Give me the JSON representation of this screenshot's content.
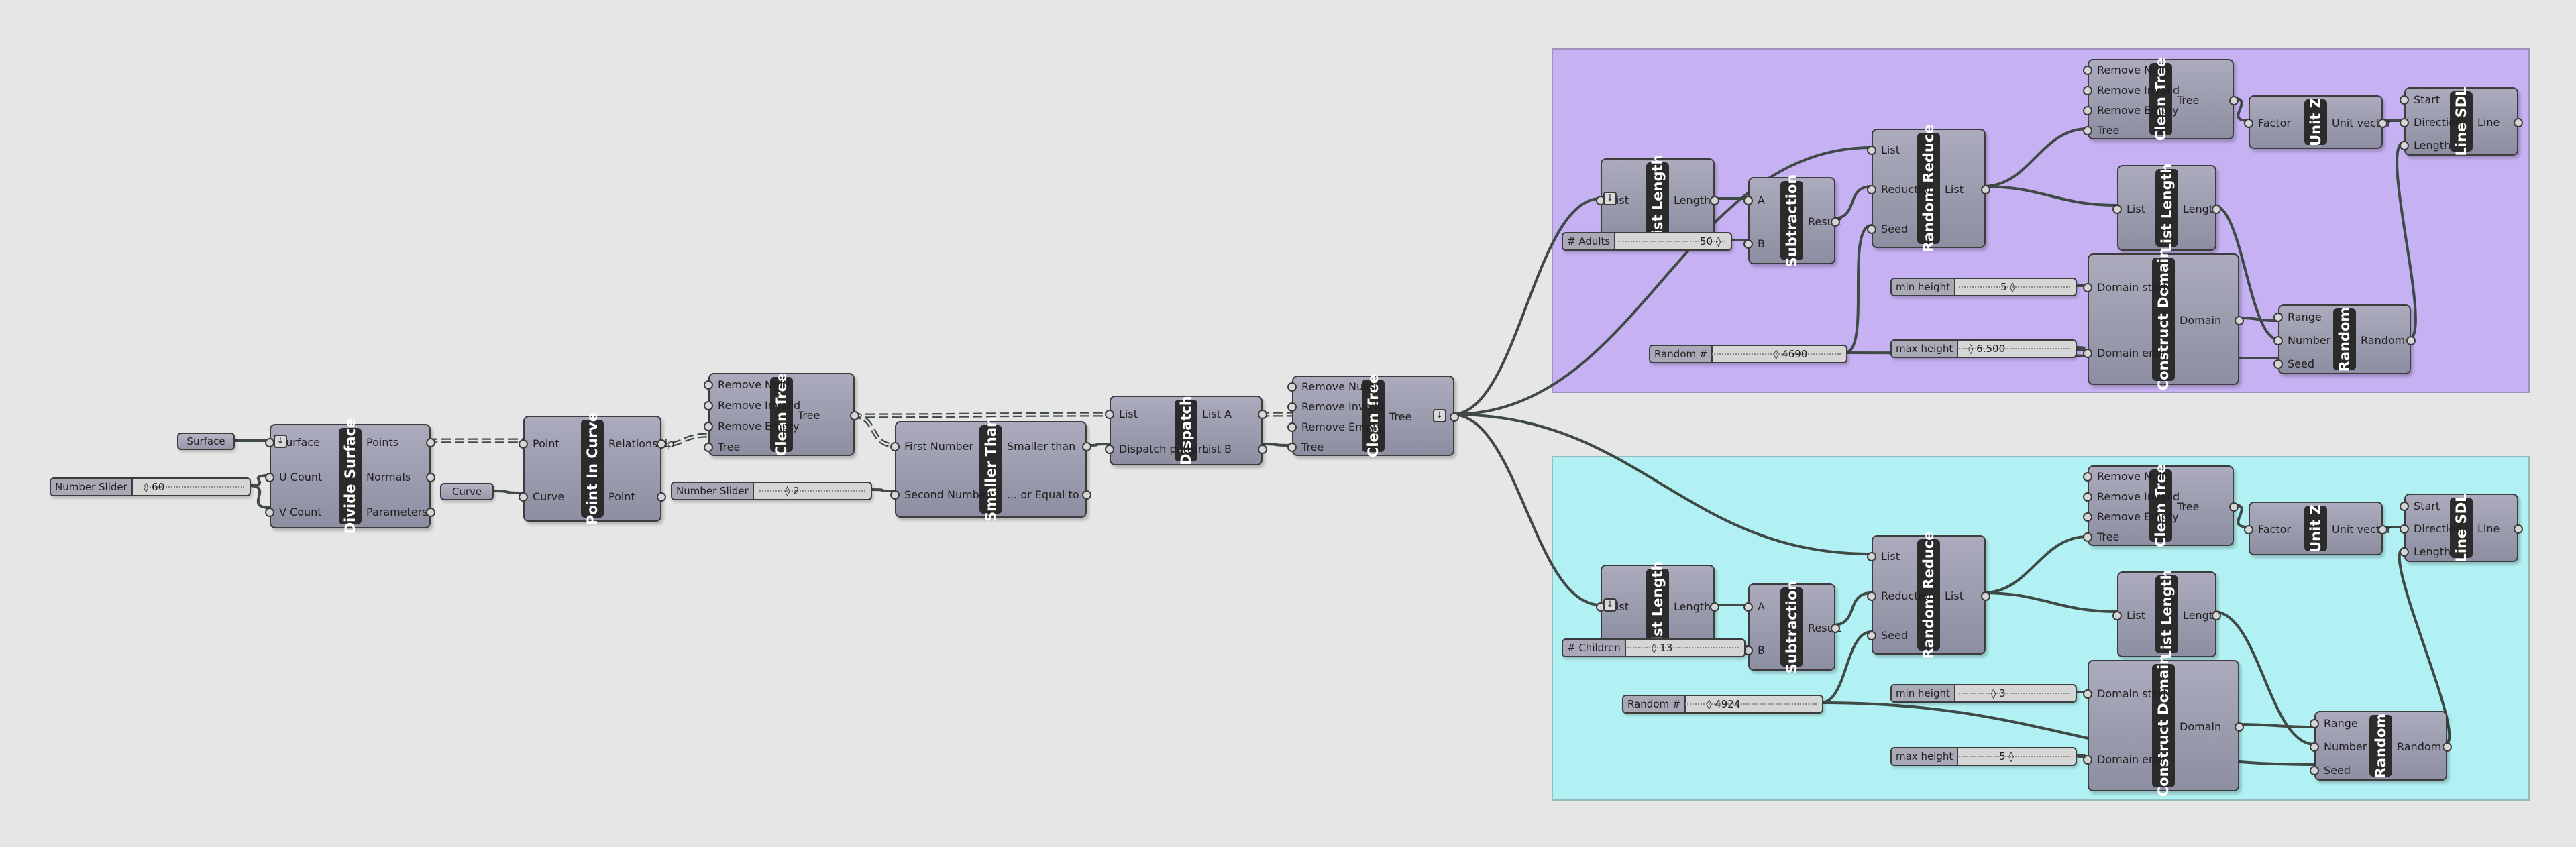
{
  "canvas": {
    "background": "#e6e6e6",
    "wire_color": "#3f4a47",
    "component_fill": "#9d9db1",
    "component_border": "#3c3c3c"
  },
  "groups": {
    "adults_color": "#c6b1f3",
    "children_color": "#b2f1f3"
  },
  "params": {
    "surface": "Surface",
    "curve": "Curve"
  },
  "sliders": {
    "num_slider": {
      "name": "Number Slider",
      "value": "◊ 60"
    },
    "num_slider_2": {
      "name": "Number Slider",
      "value": "◊ 2"
    },
    "adults": {
      "name": "# Adults",
      "value": "50 ◊"
    },
    "random_a": {
      "name": "Random #",
      "value": "◊ 4690"
    },
    "min_a": {
      "name": "min height",
      "value": "5 ◊"
    },
    "max_a": {
      "name": "max height",
      "value": "◊ 6.500"
    },
    "children": {
      "name": "# Children",
      "value": "◊ 13"
    },
    "random_b": {
      "name": "Random #",
      "value": "◊ 4924"
    },
    "min_b": {
      "name": "min height",
      "value": "◊ 3"
    },
    "max_b": {
      "name": "max height",
      "value": "5 ◊"
    }
  },
  "flatten_icon": "↓",
  "components": {
    "divide_surface": {
      "title": "Divide Surface",
      "inputs": [
        "Surface",
        "U Count",
        "V Count"
      ],
      "outputs": [
        "Points",
        "Normals",
        "Parameters"
      ]
    },
    "point_in_curve": {
      "title": "Point In Curve",
      "inputs": [
        "Point",
        "Curve"
      ],
      "outputs": [
        "Relationship",
        "Point"
      ]
    },
    "clean_tree_1": {
      "title": "Clean Tree",
      "inputs": [
        "Remove Nulls",
        "Remove Invalid",
        "Remove Empty",
        "Tree"
      ],
      "outputs": [
        "Tree"
      ]
    },
    "smaller_than": {
      "title": "Smaller Than",
      "inputs": [
        "First Number",
        "Second Number"
      ],
      "outputs": [
        "Smaller than",
        "... or Equal to"
      ]
    },
    "dispatch": {
      "title": "Dispatch",
      "inputs": [
        "List",
        "Dispatch pattern"
      ],
      "outputs": [
        "List A",
        "List B"
      ]
    },
    "clean_tree_2": {
      "title": "Clean Tree",
      "inputs": [
        "Remove Nulls",
        "Remove Invalid",
        "Remove Empty",
        "Tree"
      ],
      "outputs": [
        "Tree"
      ]
    },
    "list_length_a1": {
      "title": "List Length",
      "inputs": [
        "List"
      ],
      "outputs": [
        "Length"
      ]
    },
    "subtraction_a": {
      "title": "Subtraction",
      "inputs": [
        "A",
        "B"
      ],
      "outputs": [
        "Result"
      ]
    },
    "random_reduce_a": {
      "title": "Random Reduce",
      "inputs": [
        "List",
        "Reduction",
        "Seed"
      ],
      "outputs": [
        "List"
      ]
    },
    "clean_tree_a": {
      "title": "Clean Tree",
      "inputs": [
        "Remove Nulls",
        "Remove Invalid",
        "Remove Empty",
        "Tree"
      ],
      "outputs": [
        "Tree"
      ]
    },
    "unit_z_a": {
      "title": "Unit Z",
      "inputs": [
        "Factor"
      ],
      "outputs": [
        "Unit vector"
      ]
    },
    "line_sdl_a": {
      "title": "Line SDL",
      "inputs": [
        "Start",
        "Direction",
        "Length"
      ],
      "outputs": [
        "Line"
      ]
    },
    "list_length_a2": {
      "title": "List Length",
      "inputs": [
        "List"
      ],
      "outputs": [
        "Length"
      ]
    },
    "construct_domain_a": {
      "title": "Construct Domain",
      "inputs": [
        "Domain start",
        "Domain end"
      ],
      "outputs": [
        "Domain"
      ]
    },
    "random_a": {
      "title": "Random",
      "inputs": [
        "Range",
        "Number",
        "Seed"
      ],
      "outputs": [
        "Random"
      ]
    },
    "list_length_b1": {
      "title": "List Length",
      "inputs": [
        "List"
      ],
      "outputs": [
        "Length"
      ]
    },
    "subtraction_b": {
      "title": "Subtraction",
      "inputs": [
        "A",
        "B"
      ],
      "outputs": [
        "Result"
      ]
    },
    "random_reduce_b": {
      "title": "Random Reduce",
      "inputs": [
        "List",
        "Reduction",
        "Seed"
      ],
      "outputs": [
        "List"
      ]
    },
    "clean_tree_b": {
      "title": "Clean Tree",
      "inputs": [
        "Remove Nulls",
        "Remove Invalid",
        "Remove Empty",
        "Tree"
      ],
      "outputs": [
        "Tree"
      ]
    },
    "unit_z_b": {
      "title": "Unit Z",
      "inputs": [
        "Factor"
      ],
      "outputs": [
        "Unit vector"
      ]
    },
    "line_sdl_b": {
      "title": "Line SDL",
      "inputs": [
        "Start",
        "Direction",
        "Length"
      ],
      "outputs": [
        "Line"
      ]
    },
    "list_length_b2": {
      "title": "List Length",
      "inputs": [
        "List"
      ],
      "outputs": [
        "Length"
      ]
    },
    "construct_domain_b": {
      "title": "Construct Domain",
      "inputs": [
        "Domain start",
        "Domain end"
      ],
      "outputs": [
        "Domain"
      ]
    },
    "random_b": {
      "title": "Random",
      "inputs": [
        "Range",
        "Number",
        "Seed"
      ],
      "outputs": [
        "Random"
      ]
    }
  }
}
